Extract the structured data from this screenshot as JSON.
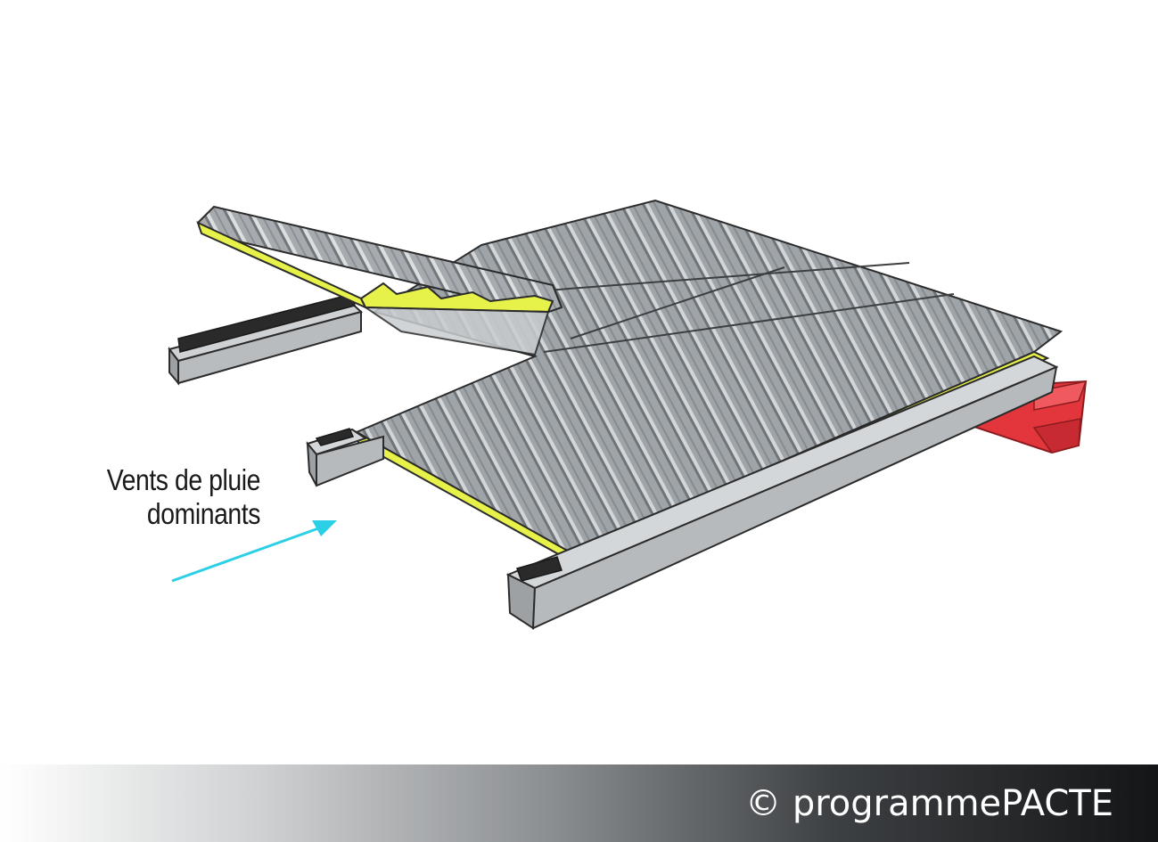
{
  "label": {
    "line1": "Vents de pluie",
    "line2": "dominants"
  },
  "credit": "© programmePACTE",
  "colors": {
    "panel_metal": "#a9adb0",
    "insulation": "#e6f14a",
    "steel_beam": "#b9bcbe",
    "red_beam": "#e83a3f",
    "arrow": "#2bd0e6",
    "footer_dark": "#141516"
  },
  "icons": {
    "arrow": "wind-direction-arrow-icon"
  }
}
